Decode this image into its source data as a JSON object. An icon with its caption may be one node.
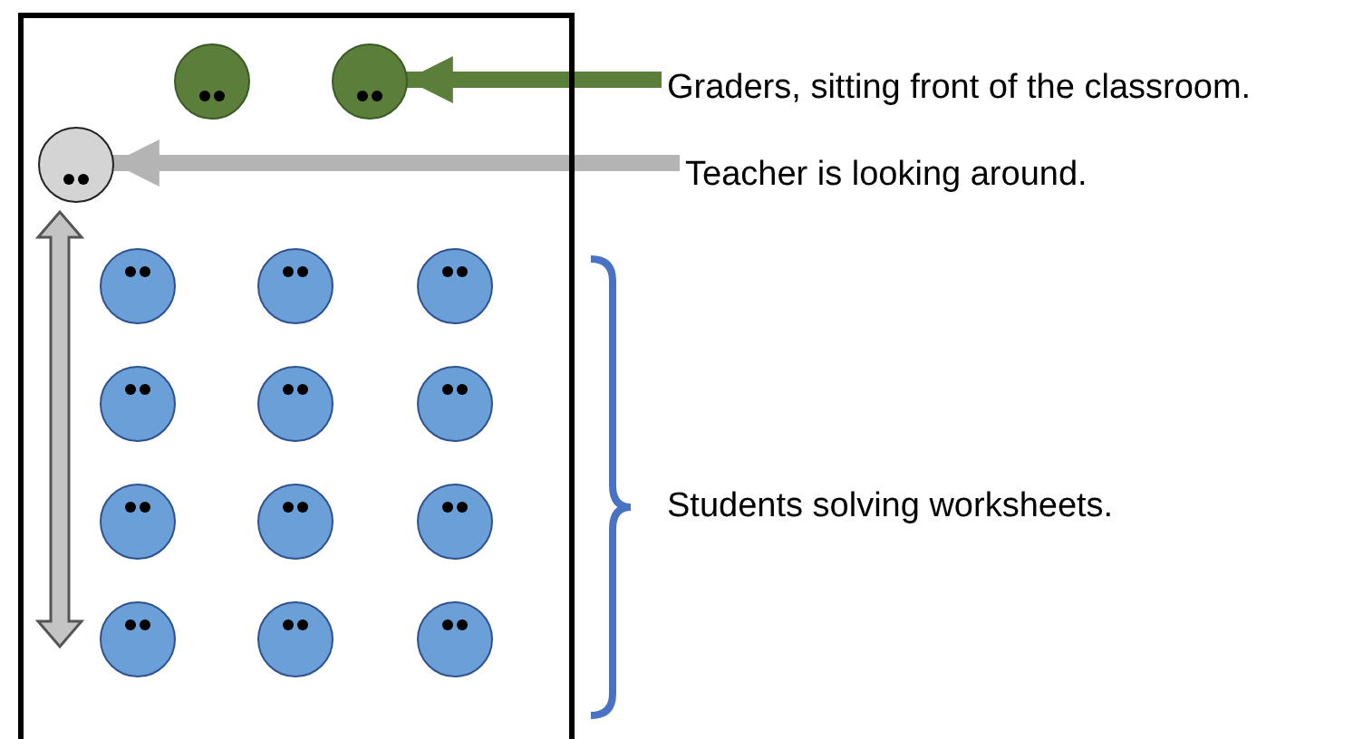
{
  "diagram": {
    "nodes": [
      {
        "text": [],
        "shape": "box"
      },
      {
        "text": [],
        "shape": "circle",
        "in": 0
      },
      {
        "text": [],
        "shape": "circle",
        "in": 0
      },
      {
        "text": [],
        "shape": "circle",
        "in": 0
      },
      {
        "text": [],
        "shape": "circle",
        "in": 0
      },
      {
        "text": [],
        "shape": "circle",
        "in": 0
      },
      {
        "text": [],
        "shape": "circle",
        "in": 0
      },
      {
        "text": [],
        "shape": "circle",
        "in": 0
      },
      {
        "text": [],
        "shape": "circle",
        "in": 0
      },
      {
        "text": [],
        "shape": "circle",
        "in": 0
      },
      {
        "text": [],
        "shape": "circle",
        "in": 0
      },
      {
        "text": [],
        "shape": "circle",
        "in": 0
      },
      {
        "text": [],
        "shape": "circle",
        "in": 0
      },
      {
        "text": [],
        "shape": "circle",
        "in": 0
      },
      {
        "text": [],
        "shape": "circle",
        "in": 0
      },
      {
        "text": [],
        "shape": "circle",
        "in": 0
      },
      {
        "text": [
          "Graders, sitting front of the classroom."
        ]
      },
      {
        "text": [
          "Teacher is looking around."
        ]
      }
    ],
    "edges": [
      {
        "from": 16,
        "to": 2,
        "arrow": "to",
        "color": "#5b7f3a"
      },
      {
        "from": 17,
        "to": 3,
        "arrow": "to",
        "color": "#b4b4b4"
      }
    ],
    "labels": [
      "Students solving worksheets."
    ]
  }
}
